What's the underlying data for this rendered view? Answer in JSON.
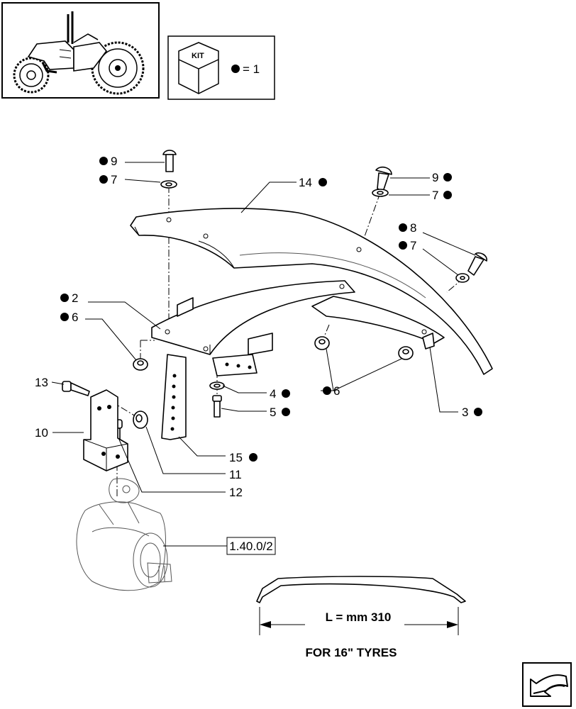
{
  "kit": {
    "label": "KIT",
    "equation": "= 1"
  },
  "callouts": {
    "c9a": "9",
    "c7a": "7",
    "c14": "14",
    "c9b": "9",
    "c7b": "7",
    "c8": "8",
    "c7c": "7",
    "c2": "2",
    "c6a": "6",
    "c13": "13",
    "c10": "10",
    "c4": "4",
    "c5": "5",
    "c6b": "6",
    "c3": "3",
    "c15": "15",
    "c11": "11",
    "c12": "12"
  },
  "reference": "1.40.0/2",
  "dimension": {
    "length": "L = mm 310",
    "note": "FOR 16\" TYRES"
  }
}
